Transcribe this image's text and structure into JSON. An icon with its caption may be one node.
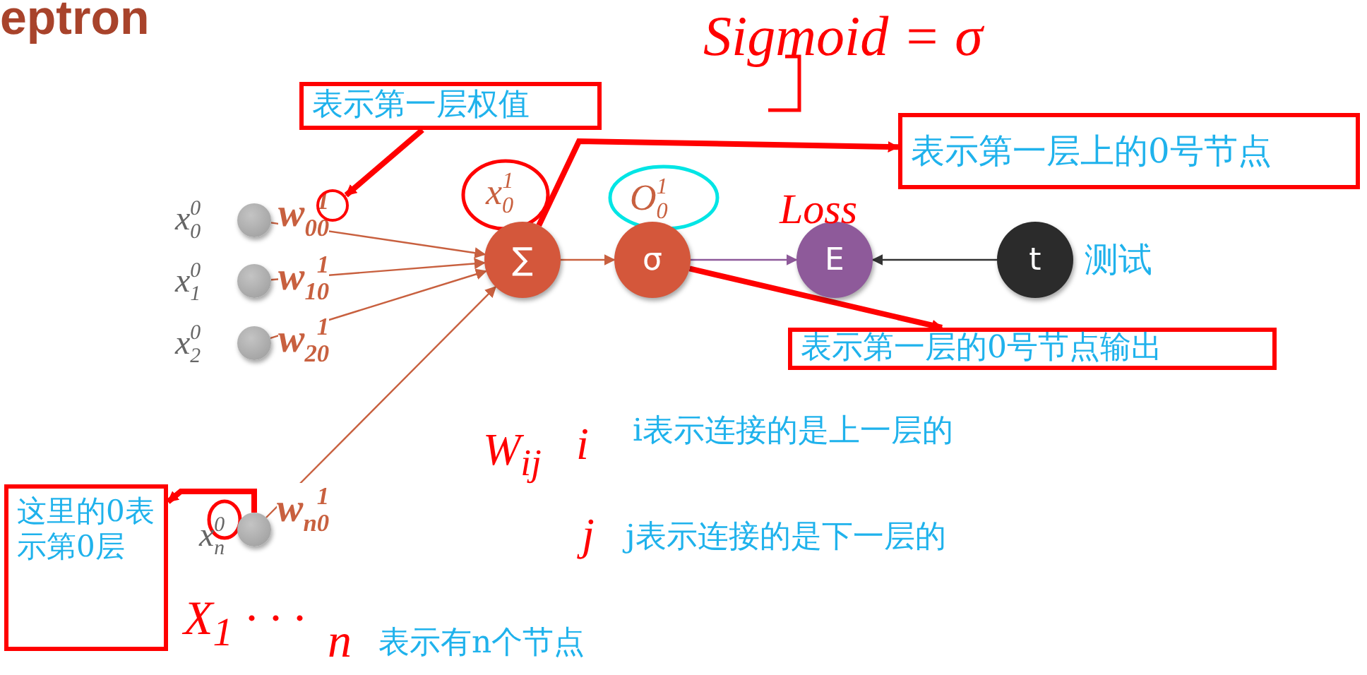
{
  "diagram": {
    "title": "eptron",
    "nodes": [
      {
        "text": [],
        "shape": "circle",
        "beside": [
          "x$_{0}$$^{0}$"
        ]
      },
      {
        "text": [],
        "shape": "circle",
        "beside": [
          "x$_{1}$$^{0}$"
        ]
      },
      {
        "text": [],
        "shape": "circle",
        "beside": [
          "x$_{2}$$^{0}$"
        ]
      },
      {
        "text": [],
        "shape": "circle",
        "beside": [
          "x$_{n}$$^{0}$"
        ]
      },
      {
        "text": [
          "∑"
        ],
        "beside": [
          "x$_{0}$$^{1}$"
        ]
      },
      {
        "text": [
          "σ"
        ],
        "beside": [
          "O$_{0}$$^{1}$"
        ]
      },
      {
        "text": [
          "E"
        ],
        "beside": [
          "Loss"
        ]
      },
      {
        "text": [
          "t"
        ],
        "beside": [
          "测试"
        ]
      },
      {
        "text": [
          "表示第一层权值"
        ]
      },
      {
        "text": [
          "表示第一层上的0号节点"
        ]
      },
      {
        "text": [
          "表示第一层的0号节点输出"
        ]
      },
      {
        "text": [
          "这里的0表示第0层"
        ]
      },
      {
        "text": [],
        "shape": "circle"
      }
    ],
    "edges": [
      {
        "from": 0,
        "to": 4,
        "arrow": "to",
        "label": "w$_{00}$$^{1}$"
      },
      {
        "from": 1,
        "to": 4,
        "arrow": "to",
        "label": "w$_{10}$$^{1}$"
      },
      {
        "from": 2,
        "to": 4,
        "arrow": "to",
        "label": "w$_{20}$$^{1}$"
      },
      {
        "from": 3,
        "to": 4,
        "arrow": "to",
        "label": "w$_{n0}$$^{1}$"
      },
      {
        "from": 4,
        "to": 5,
        "arrow": "to"
      },
      {
        "from": 5,
        "to": 6,
        "arrow": "to",
        "color": "#8e5a9a"
      },
      {
        "from": 7,
        "to": 6,
        "arrow": "to",
        "color": "#333333"
      },
      {
        "from": 8,
        "to": 12,
        "arrow": "to",
        "color": "#ff0000",
        "style": "thick"
      },
      {
        "from": 4,
        "to": 9,
        "arrow": "to",
        "color": "#ff0000",
        "style": "thick"
      },
      {
        "from": 5,
        "to": 10,
        "arrow": "to",
        "color": "#ff0000",
        "style": "thick"
      },
      {
        "from": 3,
        "to": 11,
        "arrow": "to",
        "color": "#ff0000",
        "style": "thick"
      }
    ],
    "labels": [
      "Sigmoid = σ",
      "W$_{ij}$",
      "i",
      "i表示连接的是上一层的",
      "j",
      "j表示连接的是下一层的",
      "X$_{1}$ · · ·",
      "n",
      "表示有n个节点"
    ]
  }
}
